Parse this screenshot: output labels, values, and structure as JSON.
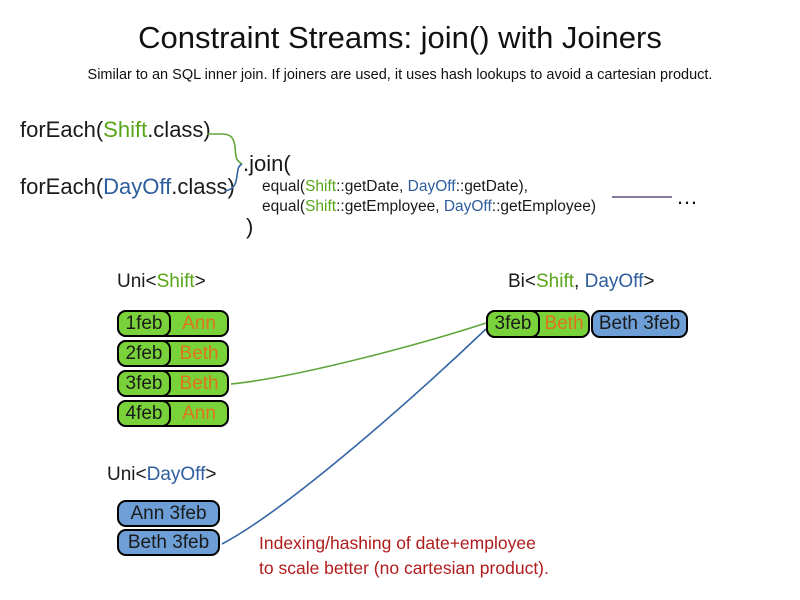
{
  "title": "Constraint Streams: join() with Joiners",
  "subtitle": "Similar to an SQL inner join. If joiners are used, it uses hash lookups to avoid a cartesian product.",
  "code": {
    "foreach_shift": {
      "prefix": "forEach(",
      "class_name": "Shift",
      "suffix": ".class)"
    },
    "foreach_dayoff": {
      "prefix": "forEach(",
      "class_name": "DayOff",
      "suffix": ".class)"
    },
    "join_open": ".join(",
    "join_close": ")",
    "ellipsis": "…",
    "joiners": [
      {
        "prefix": "equal(",
        "left_class": "Shift",
        "left_rest": "::getDate, ",
        "right_class": "DayOff",
        "right_rest": "::getDate),"
      },
      {
        "prefix": "equal(",
        "left_class": "Shift",
        "left_rest": "::getEmployee, ",
        "right_class": "DayOff",
        "right_rest": "::getEmployee)"
      }
    ]
  },
  "uni_shift": {
    "label_prefix": "Uni<",
    "label_class": "Shift",
    "label_suffix": ">",
    "rows": [
      {
        "date": "1feb",
        "employee": "Ann"
      },
      {
        "date": "2feb",
        "employee": "Beth"
      },
      {
        "date": "3feb",
        "employee": "Beth"
      },
      {
        "date": "4feb",
        "employee": "Ann"
      }
    ]
  },
  "bi": {
    "label_prefix": "Bi<",
    "label_shift": "Shift",
    "label_sep": ", ",
    "label_dayoff": "DayOff",
    "label_suffix": ">",
    "shift_date": "3feb",
    "shift_employee": "Beth",
    "dayoff_text": "Beth 3feb"
  },
  "uni_dayoff": {
    "label_prefix": "Uni<",
    "label_class": "DayOff",
    "label_suffix": ">",
    "rows": [
      {
        "text": "Ann 3feb"
      },
      {
        "text": "Beth 3feb"
      }
    ]
  },
  "note": {
    "line1": "Indexing/hashing of date+employee",
    "line2": "to scale better (no cartesian product)."
  },
  "colors": {
    "shift_green_text": "#58a618",
    "dayoff_blue_text": "#2e5e9e",
    "employee_orange_text": "#e0731d",
    "green_fill": "#7ad23a",
    "blue_fill": "#6d9ed6",
    "note_red": "#b01c1c",
    "green_line": "#61a53c",
    "blue_line": "#3465a4",
    "purple_line": "#604a7b"
  }
}
